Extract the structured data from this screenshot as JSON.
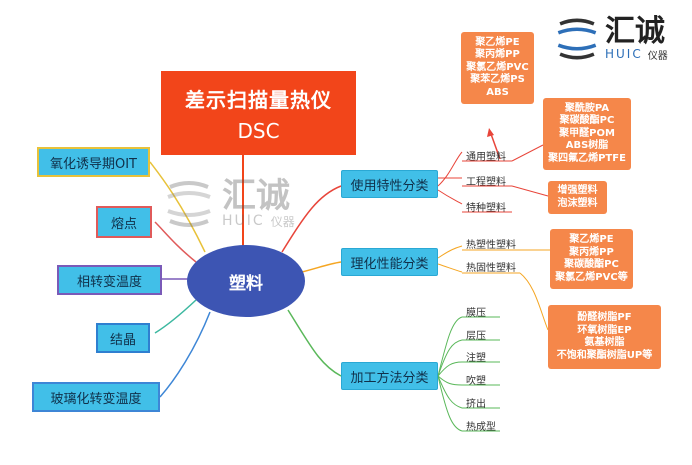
{
  "title": {
    "line1": "差示扫描量热仪",
    "line2": "DSC"
  },
  "center": "塑料",
  "left_items": [
    "氧化诱导期OIT",
    "熔点",
    "相转变温度",
    "结晶",
    "玻璃化转变温度"
  ],
  "categories": {
    "usage": {
      "label": "使用特性分类",
      "subs": [
        "通用塑料",
        "工程塑料",
        "特种塑料"
      ],
      "general": [
        "聚乙烯PE",
        "聚丙烯PP",
        "聚氯乙烯PVC",
        "聚苯乙烯PS",
        "ABS"
      ],
      "engineering": [
        "聚酰胺PA",
        "聚碳酸酯PC",
        "聚甲醛POM",
        "ABS树脂",
        "聚四氟乙烯PTFE"
      ],
      "special": [
        "增强塑料",
        "泡沫塑料"
      ]
    },
    "physchem": {
      "label": "理化性能分类",
      "subs": [
        "热塑性塑料",
        "热固性塑料"
      ],
      "thermoplastic": [
        "聚乙烯PE",
        "聚丙烯PP",
        "聚碳酸酯PC",
        "聚氯乙烯PVC等"
      ],
      "thermoset": [
        "酚醛树脂PF",
        "环氧树脂EP",
        "氨基树脂",
        "不饱和聚酯树脂UP等"
      ]
    },
    "process": {
      "label": "加工方法分类",
      "subs": [
        "膜压",
        "层压",
        "注塑",
        "吹塑",
        "挤出",
        "热成型"
      ]
    }
  },
  "logo": {
    "name": "汇诚",
    "sub": "仪器",
    "mark": "HUIC"
  },
  "colors": {
    "orange": "#f5874a",
    "blue": "#41bfe8",
    "oval": "#3d55b3",
    "title": "#f2451a"
  }
}
